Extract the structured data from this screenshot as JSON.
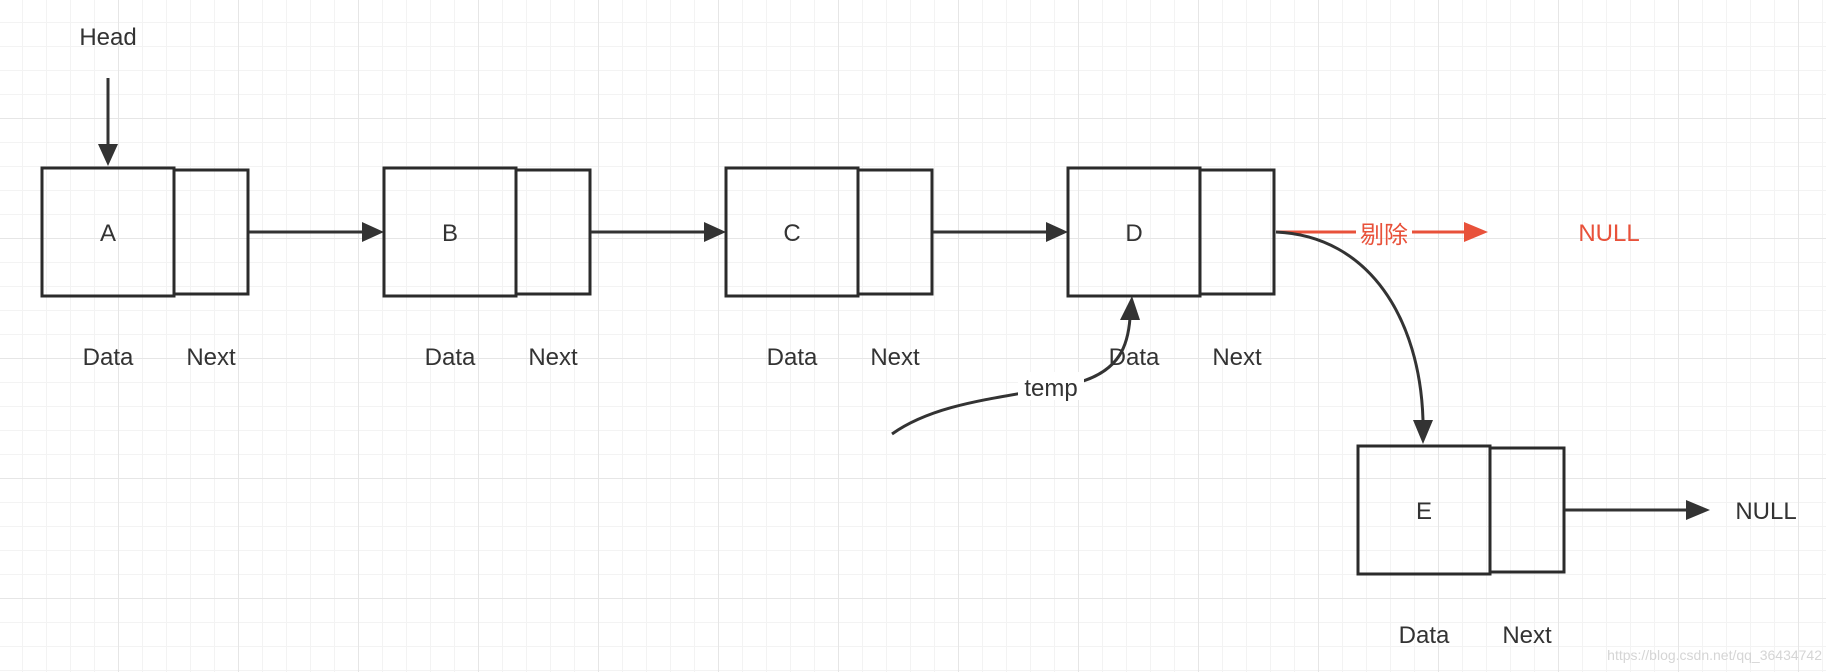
{
  "colors": {
    "line": "#333333",
    "deleted": "#e8513a",
    "grid": "#e6e6e6",
    "background": "#ffffff"
  },
  "head_label": "Head",
  "nodes": [
    {
      "name": "A",
      "data_label": "Data",
      "next_label": "Next"
    },
    {
      "name": "B",
      "data_label": "Data",
      "next_label": "Next"
    },
    {
      "name": "C",
      "data_label": "Data",
      "next_label": "Next"
    },
    {
      "name": "D",
      "data_label": "Data",
      "next_label": "Next"
    },
    {
      "name": "E",
      "data_label": "Data",
      "next_label": "Next"
    }
  ],
  "deleted_link_label": "剔除",
  "deleted_target": "NULL",
  "tail_target": "NULL",
  "temp_label": "temp",
  "watermark": "https://blog.csdn.net/qq_36434742"
}
